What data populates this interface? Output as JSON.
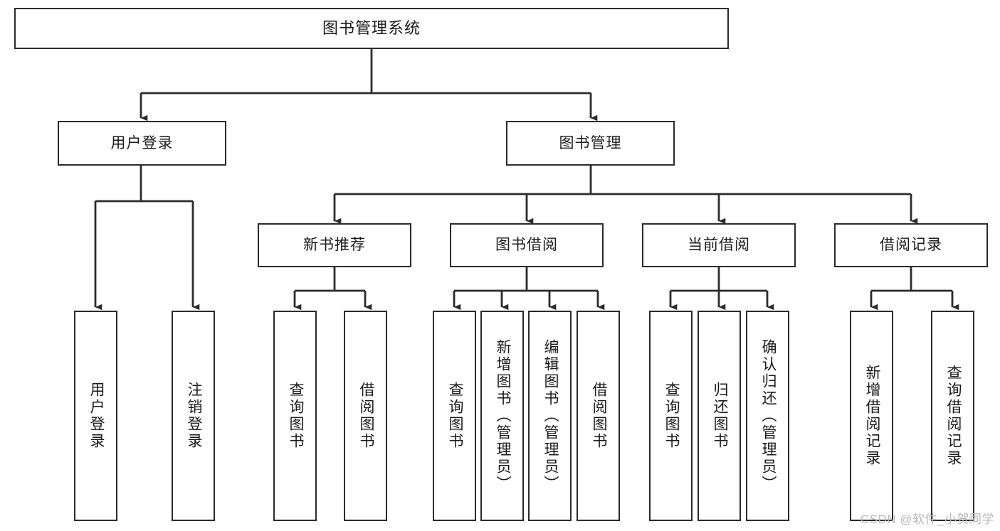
{
  "diagram": {
    "type": "tree-hierarchy-flowchart",
    "title": "图书管理系统",
    "line_color": "#2b2b2b",
    "box_fill": "#ffffff",
    "text_color": "#1a1a1a",
    "watermark": "CSDN @软件_小贺同学",
    "watermark_color": "#b9b9b9",
    "levels": [
      {
        "level": 1,
        "nodes": [
          {
            "id": "root",
            "label": "图书管理系统",
            "orientation": "horizontal"
          }
        ]
      },
      {
        "level": 2,
        "nodes": [
          {
            "id": "l2-user-login",
            "label": "用户登录",
            "orientation": "horizontal",
            "parent": "root"
          },
          {
            "id": "l2-book-manage",
            "label": "图书管理",
            "orientation": "horizontal",
            "parent": "root"
          }
        ]
      },
      {
        "level": 3,
        "nodes": [
          {
            "id": "l3-new-book-rec",
            "label": "新书推荐",
            "orientation": "horizontal",
            "parent": "l2-book-manage"
          },
          {
            "id": "l3-book-borrow",
            "label": "图书借阅",
            "orientation": "horizontal",
            "parent": "l2-book-manage"
          },
          {
            "id": "l3-current-borrow",
            "label": "当前借阅",
            "orientation": "horizontal",
            "parent": "l2-book-manage"
          },
          {
            "id": "l3-borrow-record",
            "label": "借阅记录",
            "orientation": "horizontal",
            "parent": "l2-book-manage"
          }
        ]
      },
      {
        "level": 4,
        "nodes": [
          {
            "id": "leaf-user-login",
            "label": "用户登录",
            "orientation": "vertical",
            "parent": "l2-user-login"
          },
          {
            "id": "leaf-logout-login",
            "label": "注销登录",
            "orientation": "vertical",
            "parent": "l2-user-login"
          },
          {
            "id": "leaf-query-book-1",
            "label": "查询图书",
            "orientation": "vertical",
            "parent": "l3-new-book-rec"
          },
          {
            "id": "leaf-borrow-book-1",
            "label": "借阅图书",
            "orientation": "vertical",
            "parent": "l3-new-book-rec"
          },
          {
            "id": "leaf-query-book-2",
            "label": "查询图书",
            "orientation": "vertical",
            "parent": "l3-book-borrow"
          },
          {
            "id": "leaf-add-book",
            "label": "新增图书（管理员）",
            "orientation": "vertical",
            "parent": "l3-book-borrow"
          },
          {
            "id": "leaf-edit-book",
            "label": "编辑图书（管理员）",
            "orientation": "vertical",
            "parent": "l3-book-borrow"
          },
          {
            "id": "leaf-borrow-book-2",
            "label": "借阅图书",
            "orientation": "vertical",
            "parent": "l3-book-borrow"
          },
          {
            "id": "leaf-query-book-3",
            "label": "查询图书",
            "orientation": "vertical",
            "parent": "l3-current-borrow"
          },
          {
            "id": "leaf-return-book",
            "label": "归还图书",
            "orientation": "vertical",
            "parent": "l3-current-borrow"
          },
          {
            "id": "leaf-confirm-return",
            "label": "确认归还（管理员）",
            "orientation": "vertical",
            "parent": "l3-current-borrow"
          },
          {
            "id": "leaf-add-record",
            "label": "新增借阅记录",
            "orientation": "vertical",
            "parent": "l3-borrow-record"
          },
          {
            "id": "leaf-query-record",
            "label": "查询借阅记录",
            "orientation": "vertical",
            "parent": "l3-borrow-record"
          }
        ]
      }
    ]
  }
}
